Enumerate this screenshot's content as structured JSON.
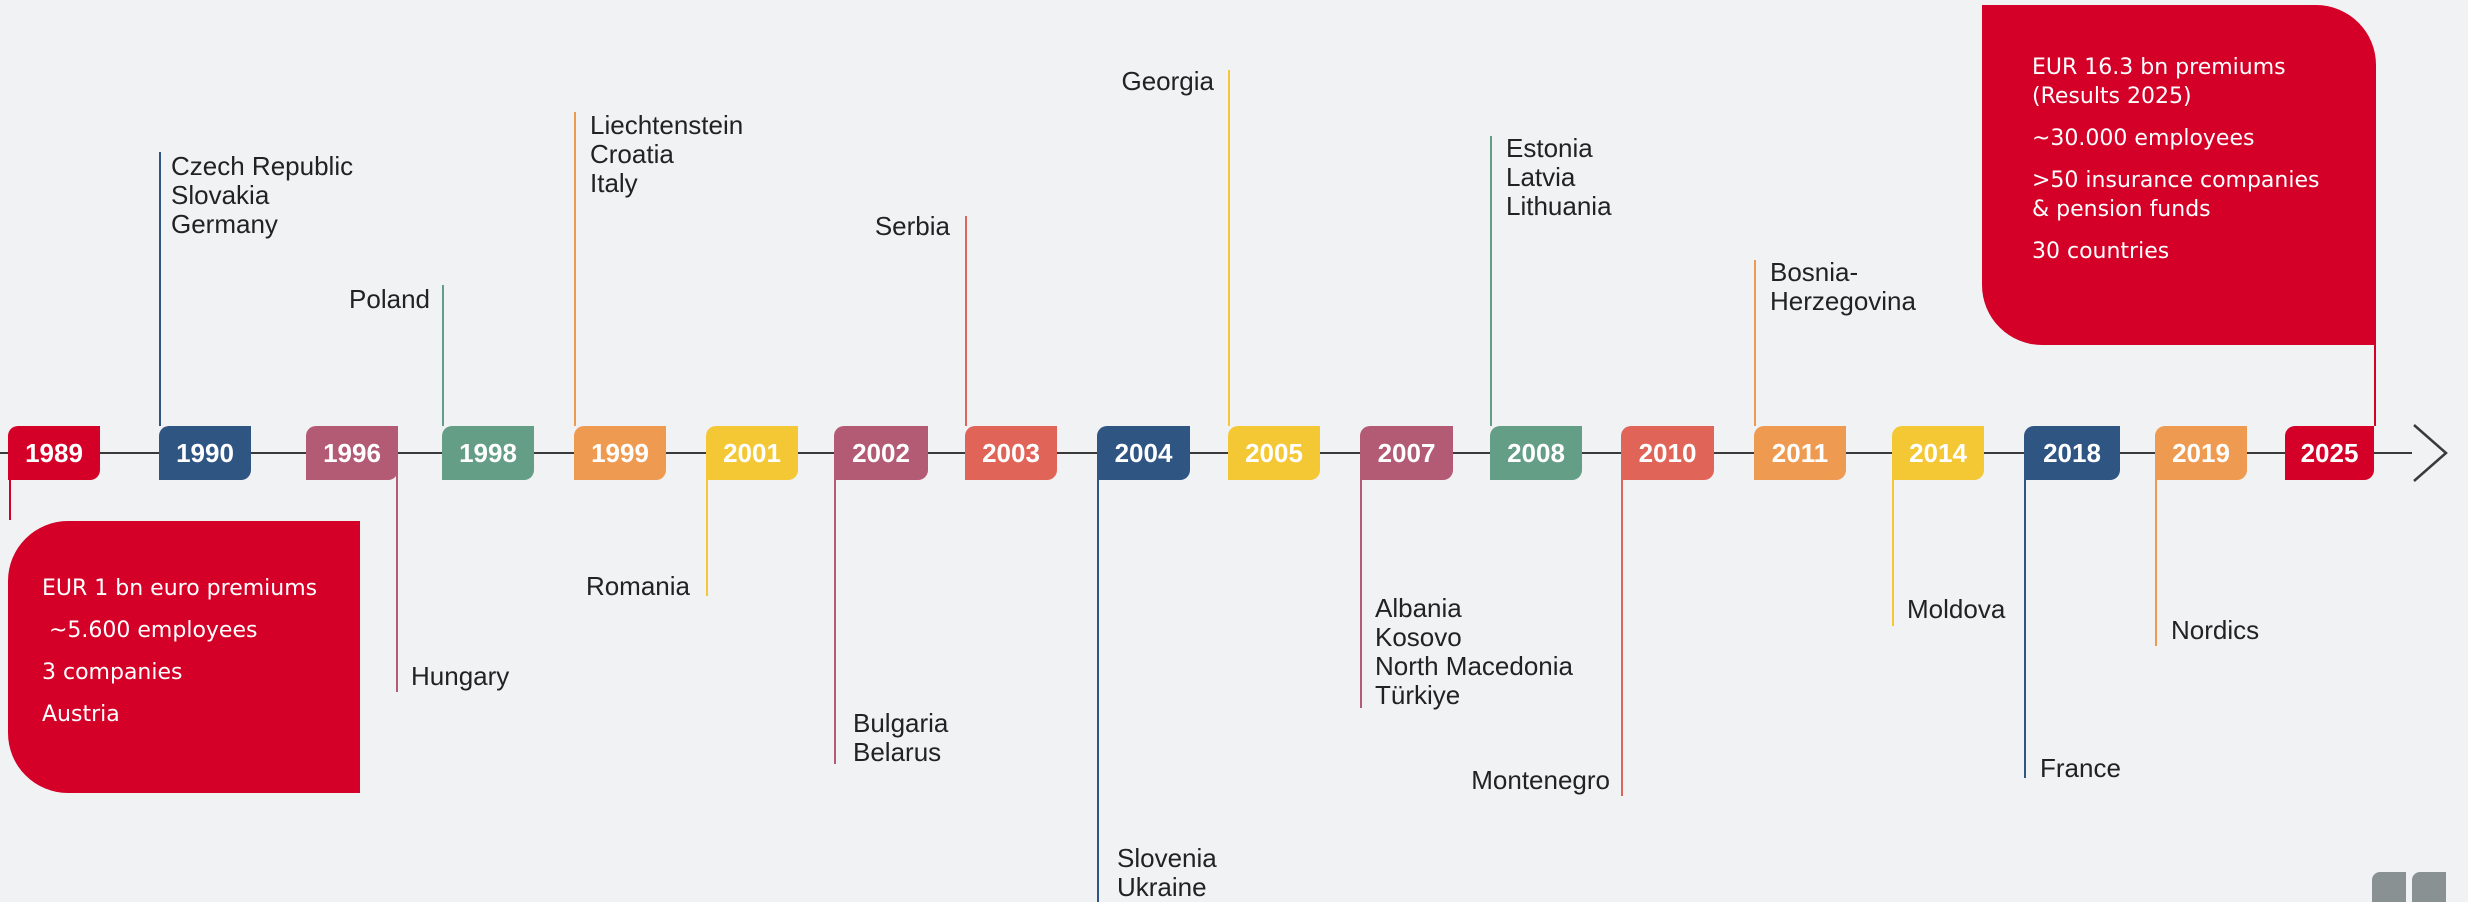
{
  "colors": {
    "red": "#d50028",
    "navy": "#2f5583",
    "mauve": "#b35a74",
    "teal": "#659e87",
    "orange": "#ef9a51",
    "yellow": "#f4c735",
    "coral": "#e06558"
  },
  "timeline": [
    {
      "year": "1989",
      "color": "#d50028",
      "side": "down",
      "countries": []
    },
    {
      "year": "1990",
      "color": "#2f5583",
      "side": "up",
      "countries": [
        "Czech Republic",
        "Slovakia",
        "Germany"
      ]
    },
    {
      "year": "1996",
      "color": "#b35a74",
      "side": "down",
      "countries": [
        "Hungary"
      ]
    },
    {
      "year": "1998",
      "color": "#659e87",
      "side": "up",
      "countries": [
        "Poland"
      ]
    },
    {
      "year": "1999",
      "color": "#ef9a51",
      "side": "up",
      "countries": [
        "Liechtenstein",
        "Croatia",
        "Italy"
      ]
    },
    {
      "year": "2001",
      "color": "#f4c735",
      "side": "down",
      "countries": [
        "Romania"
      ]
    },
    {
      "year": "2002",
      "color": "#b35a74",
      "side": "down",
      "countries": [
        "Bulgaria",
        "Belarus"
      ]
    },
    {
      "year": "2003",
      "color": "#e06558",
      "side": "up",
      "countries": [
        "Serbia"
      ]
    },
    {
      "year": "2004",
      "color": "#2f5583",
      "side": "down",
      "countries": [
        "Slovenia",
        "Ukraine"
      ]
    },
    {
      "year": "2005",
      "color": "#f4c735",
      "side": "up",
      "countries": [
        "Georgia"
      ]
    },
    {
      "year": "2007",
      "color": "#b35a74",
      "side": "down",
      "countries": [
        "Albania",
        "Kosovo",
        "North Macedonia",
        "Türkiye"
      ]
    },
    {
      "year": "2008",
      "color": "#659e87",
      "side": "up",
      "countries": [
        "Estonia",
        "Latvia",
        "Lithuania"
      ]
    },
    {
      "year": "2010",
      "color": "#e06558",
      "side": "down",
      "countries": [
        "Montenegro"
      ]
    },
    {
      "year": "2011",
      "color": "#ef9a51",
      "side": "up",
      "countries": [
        "Bosnia-",
        "Herzegovina"
      ]
    },
    {
      "year": "2014",
      "color": "#f4c735",
      "side": "down",
      "countries": [
        "Moldova"
      ]
    },
    {
      "year": "2018",
      "color": "#2f5583",
      "side": "down",
      "countries": [
        "France"
      ]
    },
    {
      "year": "2019",
      "color": "#ef9a51",
      "side": "down",
      "countries": [
        "Nordics"
      ]
    },
    {
      "year": "2025",
      "color": "#d50028",
      "side": "up",
      "countries": []
    }
  ],
  "start_box": {
    "lines": [
      "EUR 1 bn euro premiums",
      " ~5.600 employees",
      "3 companies",
      "Austria"
    ]
  },
  "end_box": {
    "lines": [
      "EUR 16.3 bn premiums",
      "(Results 2025)",
      "~30.000 employees",
      ">50 insurance companies",
      "& pension funds",
      "30 countries"
    ]
  }
}
